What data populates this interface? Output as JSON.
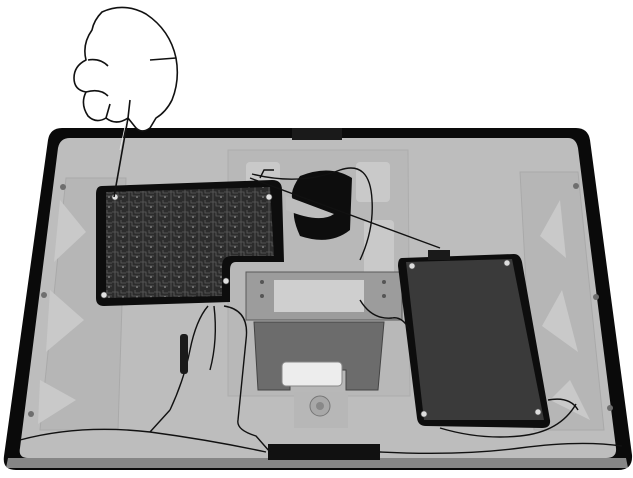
{
  "illustration": {
    "subject": "display-assembly-disassembly",
    "tool": "screwdriver",
    "hand": "gloved-hand",
    "components": [
      "logic-board",
      "power-supply-board",
      "fan",
      "stand-mount-bracket",
      "cable-harness",
      "chassis-frame"
    ],
    "colors": {
      "frame": "#0a0a0a",
      "panel": "#bdbdbd",
      "struts": "#b0b0b0",
      "board": "#2a2a2a",
      "board_traces": "#5a5a5a",
      "bracket": "#8c8c8c",
      "fan": "#0d0d0d",
      "glove": "#ffffff"
    }
  }
}
